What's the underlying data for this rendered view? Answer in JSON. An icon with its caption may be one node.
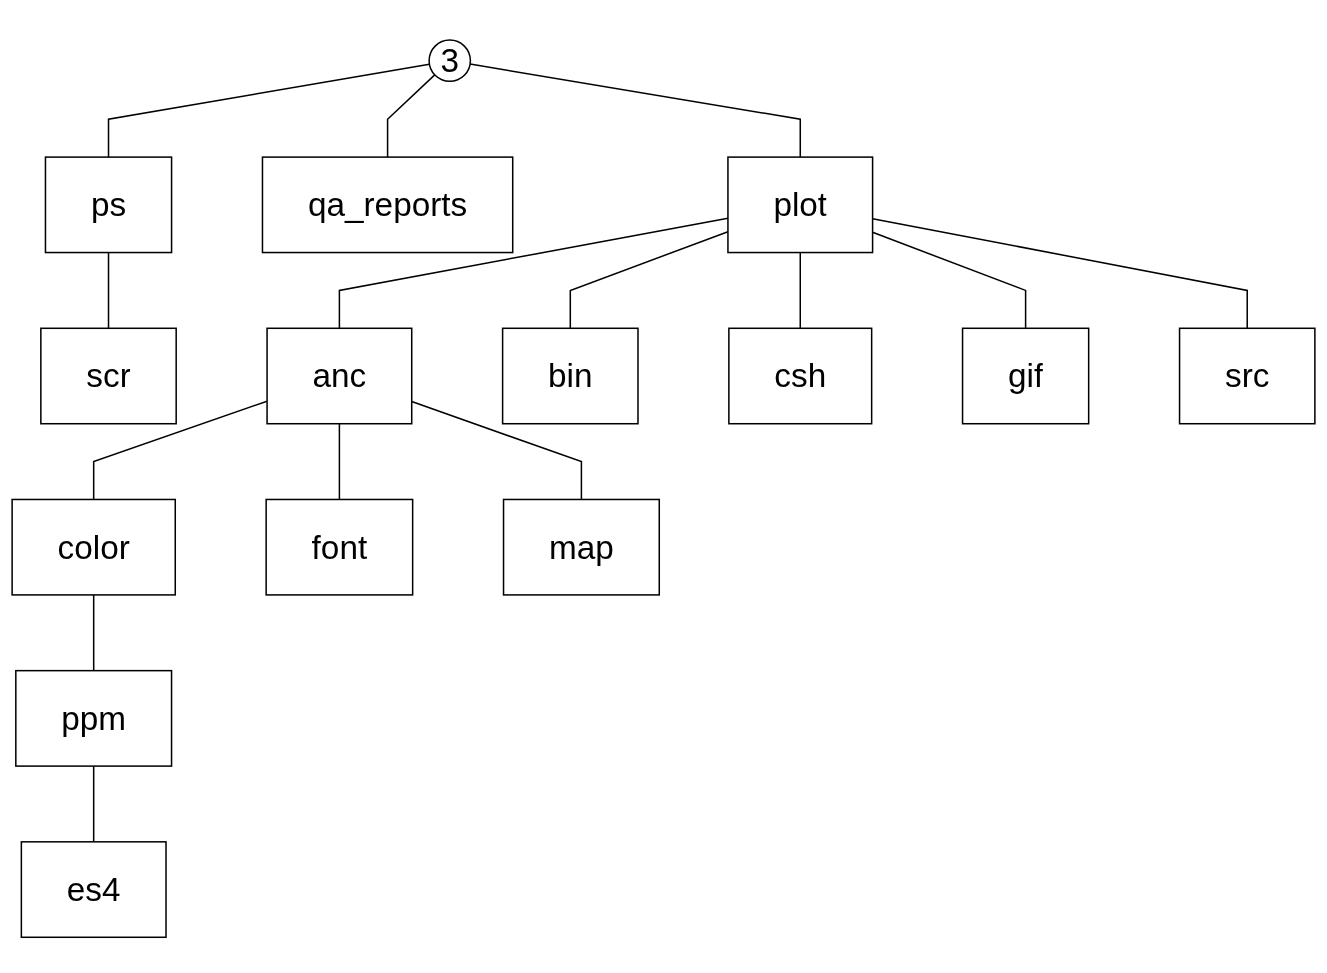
{
  "diagram": {
    "nodes": [
      {
        "text": [
          "3"
        ]
      },
      {
        "text": [
          "ps"
        ]
      },
      {
        "text": [
          "qa_reports"
        ]
      },
      {
        "text": [
          "plot"
        ]
      },
      {
        "text": [
          "scr"
        ]
      },
      {
        "text": [
          "anc"
        ]
      },
      {
        "text": [
          "bin"
        ]
      },
      {
        "text": [
          "csh"
        ]
      },
      {
        "text": [
          "gif"
        ]
      },
      {
        "text": [
          "src"
        ]
      },
      {
        "text": [
          "color"
        ]
      },
      {
        "text": [
          "font"
        ]
      },
      {
        "text": [
          "map"
        ]
      },
      {
        "text": [
          "ppm"
        ]
      },
      {
        "text": [
          "es4"
        ]
      }
    ],
    "edges": [
      {
        "from": 0,
        "to": 1,
        "arrow": "none"
      },
      {
        "from": 0,
        "to": 2,
        "arrow": "none"
      },
      {
        "from": 0,
        "to": 3,
        "arrow": "none"
      },
      {
        "from": 1,
        "to": 4,
        "arrow": "none"
      },
      {
        "from": 3,
        "to": 5,
        "arrow": "none"
      },
      {
        "from": 3,
        "to": 6,
        "arrow": "none"
      },
      {
        "from": 3,
        "to": 7,
        "arrow": "none"
      },
      {
        "from": 3,
        "to": 8,
        "arrow": "none"
      },
      {
        "from": 3,
        "to": 9,
        "arrow": "none"
      },
      {
        "from": 5,
        "to": 10,
        "arrow": "none"
      },
      {
        "from": 5,
        "to": 11,
        "arrow": "none"
      },
      {
        "from": 5,
        "to": 12,
        "arrow": "none"
      },
      {
        "from": 10,
        "to": 13,
        "arrow": "none"
      },
      {
        "from": 13,
        "to": 14,
        "arrow": "none"
      }
    ]
  }
}
